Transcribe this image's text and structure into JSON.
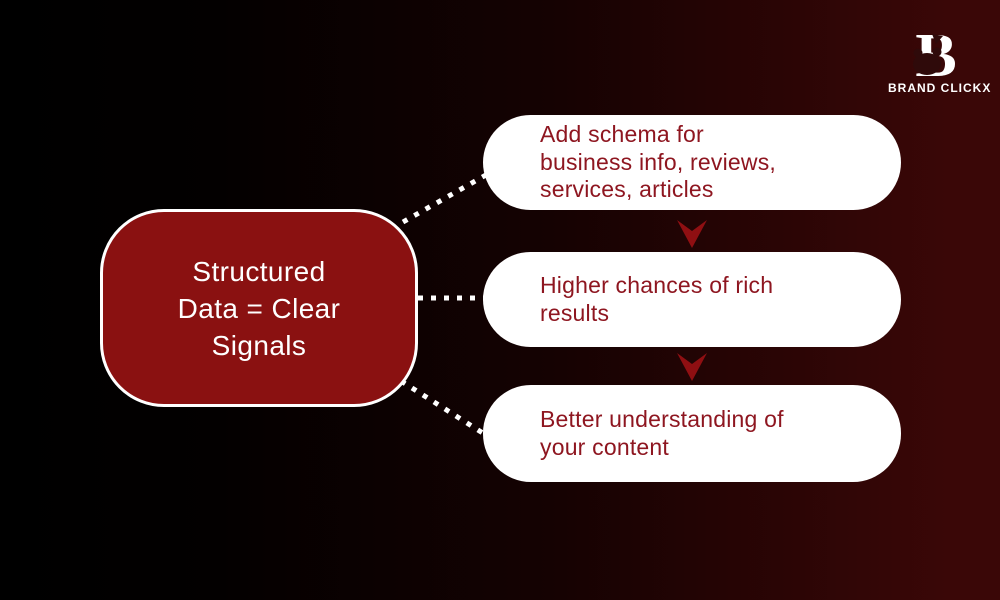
{
  "brand": {
    "icon_letter": "B",
    "name": "BRAND CLICKX"
  },
  "main_node": {
    "lines": [
      "Structured",
      "Data = Clear",
      "Signals"
    ]
  },
  "steps": [
    {
      "lines": [
        "Add schema for",
        "business info, reviews,",
        "services, articles"
      ]
    },
    {
      "lines": [
        "Higher chances of rich",
        "results"
      ]
    },
    {
      "lines": [
        "Better understanding of",
        "your content"
      ]
    }
  ],
  "colors": {
    "background_left": "#000000",
    "background_right": "#3a0707",
    "node_fill": "#8a1111",
    "node_border": "#ffffff",
    "node_text": "#ffffff",
    "pill_fill": "#ffffff",
    "pill_text": "#8e1620",
    "arrow": "#8f0f12",
    "dots": "#ffffff",
    "brand_text": "#ffffff"
  }
}
